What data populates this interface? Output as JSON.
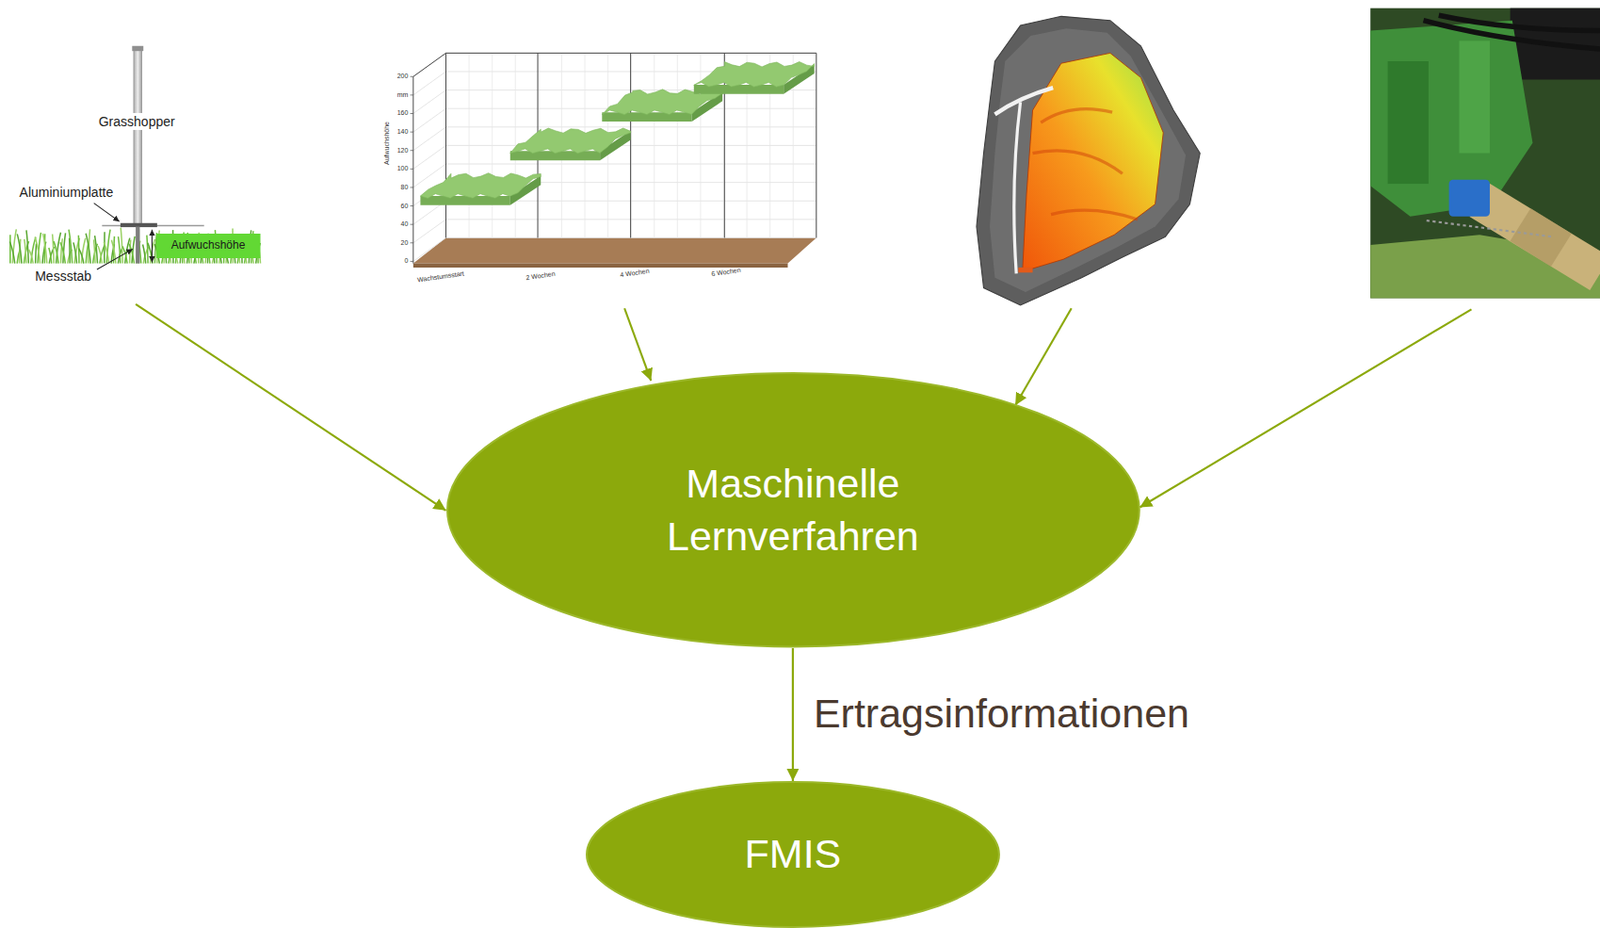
{
  "diagram": {
    "nodes": [
      {
        "text": [
          "Aufwuchshöhe"
        ]
      },
      {
        "text": [
          "Maschinelle Lernverfahren"
        ]
      },
      {
        "text": [
          "FMIS"
        ]
      }
    ],
    "edges": [
      {
        "from": 1,
        "to": 2,
        "arrow": "to",
        "label": "Ertragsinformationen"
      }
    ],
    "labels": [
      "Grasshopper",
      "Aluminiumplatte",
      "Messstab",
      "200",
      "mm",
      "160",
      "140",
      "120",
      "100",
      "80",
      "60",
      "40",
      "20",
      "0",
      "Aufwuchshöhe",
      "Wachstumsstart",
      "2 Wochen",
      "4 Wochen",
      "6 Wochen"
    ]
  }
}
